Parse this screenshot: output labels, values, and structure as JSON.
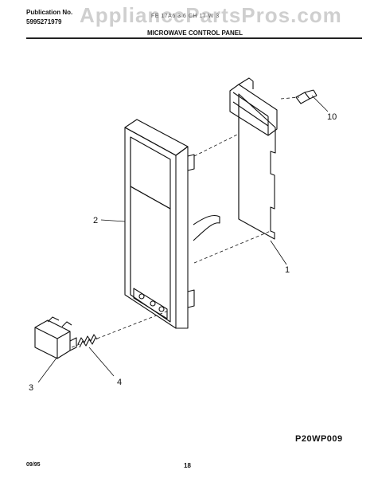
{
  "header": {
    "publication_label": "Publication No.",
    "publication_number": "5995271979",
    "model_text": "FE 17A6 3 6  CH 17 W 3",
    "watermark": "AppliancePartsPros.com",
    "title": "MICROWAVE CONTROL PANEL"
  },
  "callouts": [
    {
      "id": "part-1",
      "label": "1"
    },
    {
      "id": "part-2",
      "label": "2"
    },
    {
      "id": "part-3",
      "label": "3"
    },
    {
      "id": "part-4",
      "label": "4"
    },
    {
      "id": "part-10",
      "label": "10"
    }
  ],
  "footer": {
    "figure_code": "P20WP009",
    "date": "09/95",
    "page": "18"
  },
  "colors": {
    "line": "#111111",
    "watermark": "#cfcfcf"
  }
}
